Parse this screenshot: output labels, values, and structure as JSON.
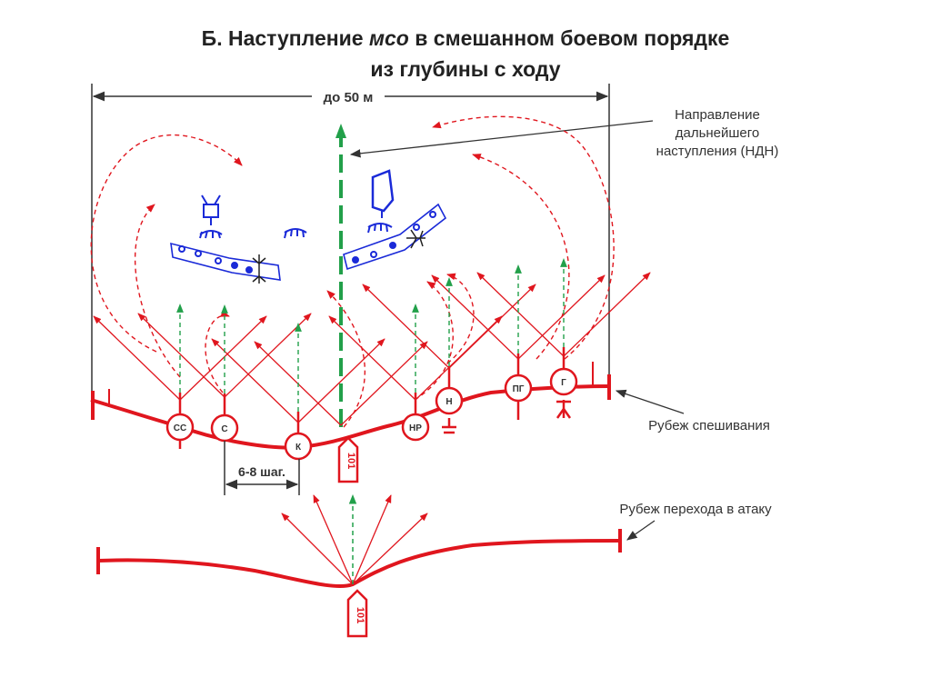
{
  "title": {
    "line1_pre": "Б. Наступление ",
    "line1_italic": "мсо",
    "line1_post": " в смешанном боевом порядке",
    "line2": "из глубины с ходу"
  },
  "width_label": "до 50 м",
  "direction_label": [
    "Направление",
    "дальнейшего",
    "наступления (НДН)"
  ],
  "dismount_label": "Рубеж спешивания",
  "attack_line_label": "Рубеж перехода в атаку",
  "spacing_label": "6-8 шаг.",
  "vehicle_number": "101",
  "soldiers": [
    {
      "code": "СС"
    },
    {
      "code": "С"
    },
    {
      "code": "К"
    },
    {
      "code": "НР"
    },
    {
      "code": "Н"
    },
    {
      "code": "ПГ"
    },
    {
      "code": "Г"
    }
  ],
  "colors": {
    "red": "#e0161e",
    "green": "#22a04a",
    "blue": "#1a2ad8",
    "dark": "#333333"
  }
}
